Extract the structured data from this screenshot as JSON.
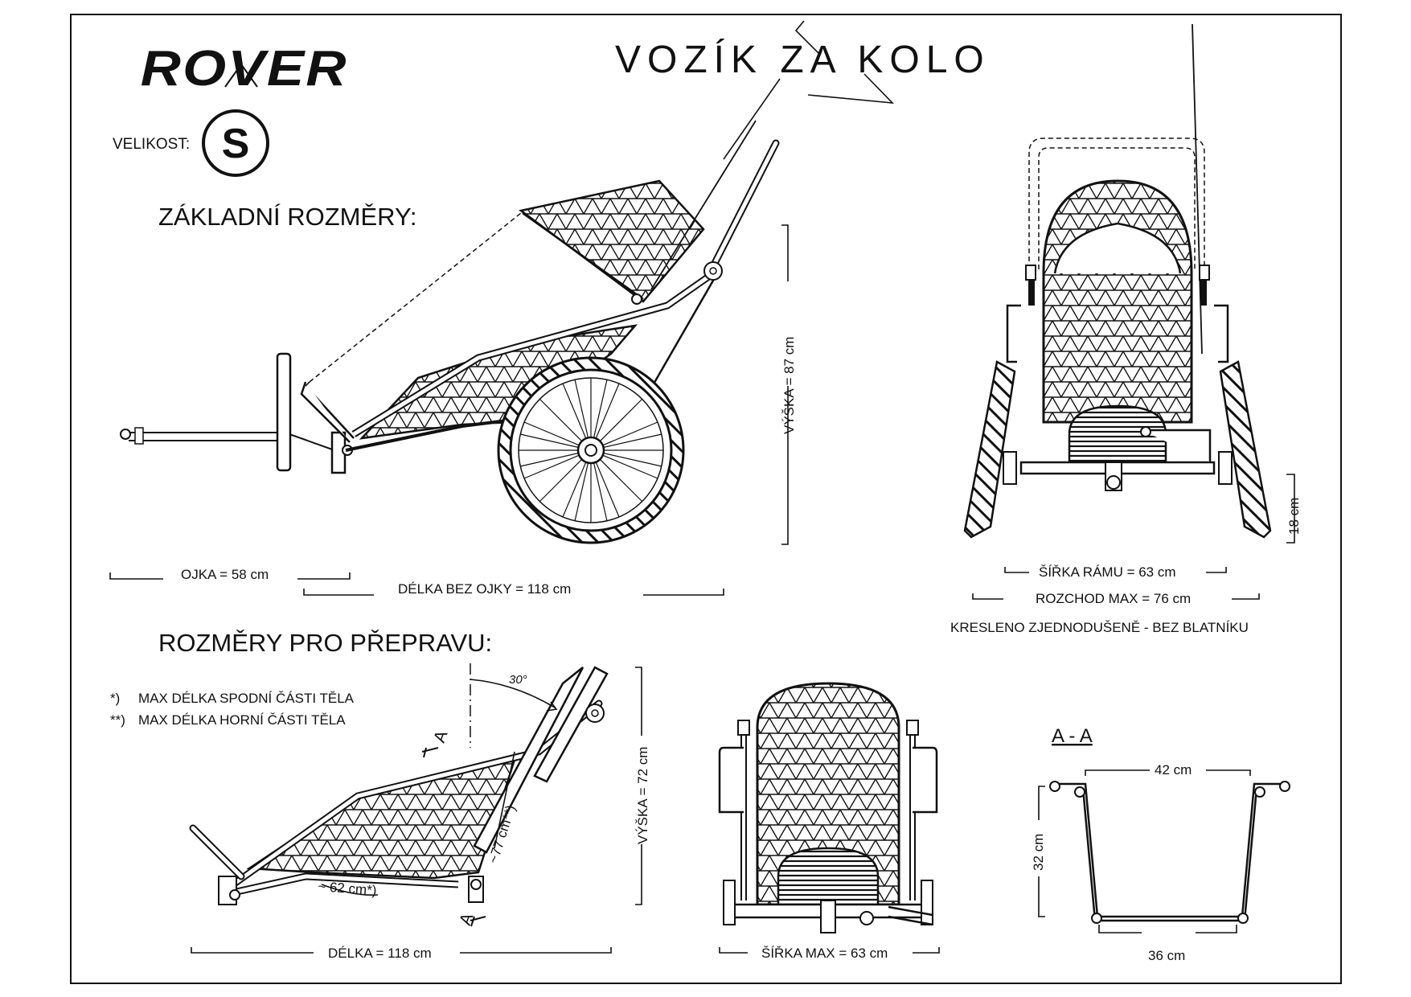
{
  "header": {
    "logo_text": "ROVER",
    "title": "VOZÍK ZA KOLO",
    "size_label": "VELIKOST:",
    "size_value": "S"
  },
  "section_basic": {
    "heading": "ZÁKLADNÍ ROZMĚRY:",
    "ojka": "OJKA = 58 cm",
    "delka_bez_ojky": "DÉLKA BEZ OJKY = 118 cm",
    "vyska": "VÝŠKA = 87 cm",
    "sirka_ramu": "ŠÍŘKA RÁMU = 63 cm",
    "rozchod": "ROZCHOD MAX = 76 cm",
    "wheel_height": "18 cm",
    "note": "KRESLENO ZJEDNODUŠENĚ -  BEZ BLATNÍKU"
  },
  "section_transport": {
    "heading": "ROZMĚRY PRO PŘEPRAVU:",
    "footnote1_mark": "*)",
    "footnote1_text": "MAX DÉLKA SPODNÍ ČÁSTI TĚLA",
    "footnote2_mark": "**)",
    "footnote2_text": "MAX DÉLKA HORNÍ ČÁSTI TĚLA",
    "angle": "30°",
    "section_mark": "A",
    "len_62": "~ 62 cm*)",
    "len_77": "~77 cm**)",
    "vyska": "VÝŠKA = 72 cm",
    "delka": "DÉLKA = 118 cm",
    "sirka_max": "ŠÍŘKA MAX = 63 cm"
  },
  "section_aa": {
    "heading": "A - A",
    "top_width": "42 cm",
    "height": "32 cm",
    "bottom_width": "36 cm"
  }
}
